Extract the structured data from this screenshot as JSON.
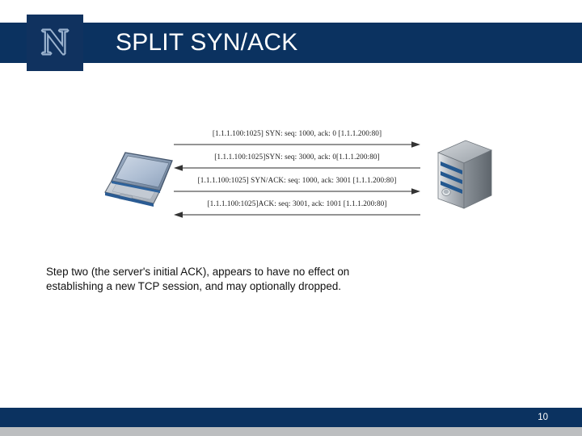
{
  "header": {
    "title": "SPLIT SYN/ACK",
    "logo_letter": "N",
    "bar_color": "#0b3260",
    "logo_color": "#10325f",
    "logo_outline_color": "#9bb3cf",
    "title_color": "#ffffff"
  },
  "diagram": {
    "client_icon": "laptop-icon",
    "server_icon": "server-tower-icon",
    "flows": [
      {
        "label": "[1.1.1.100:1025] SYN: seq: 1000, ack: 0 [1.1.1.200:80]",
        "direction": "right"
      },
      {
        "label": "[1.1.1.100:1025]SYN: seq: 3000, ack: 0[1.1.1.200:80]",
        "direction": "left"
      },
      {
        "label": "[1.1.1.100:1025] SYN/ACK: seq: 1000, ack: 3001 [1.1.1.200:80]",
        "direction": "right"
      },
      {
        "label": "[1.1.1.100:1025]ACK: seq: 3001, ack: 1001 [1.1.1.200:80]",
        "direction": "left"
      }
    ],
    "line_color": "#555555"
  },
  "body": {
    "line1": "Step two (the server's initial ACK), appears to have no effect on",
    "line2": "establishing a new TCP session, and may optionally  dropped."
  },
  "footer": {
    "page_number": "10",
    "bar_color": "#0b3260",
    "strip_color": "#bcbec0"
  }
}
